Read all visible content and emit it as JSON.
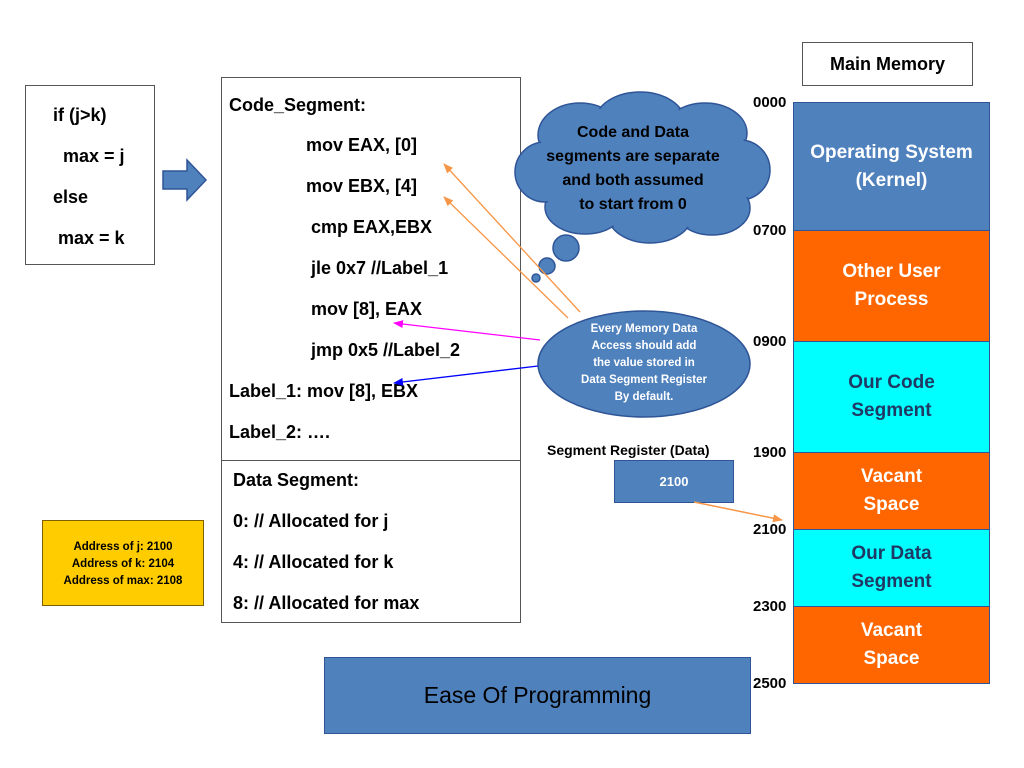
{
  "pseudo_code": [
    "if (j>k)",
    "max = j",
    "else",
    "max = k"
  ],
  "code_segment": {
    "title": "Code_Segment:",
    "lines": [
      "mov EAX, [0]",
      "mov EBX, [4]",
      "cmp EAX,EBX",
      "jle 0x7 //Label_1",
      "mov [8], EAX",
      "jmp 0x5 //Label_2",
      "Label_1: mov [8], EBX",
      "Label_2: …."
    ]
  },
  "data_segment": {
    "title": "Data Segment:",
    "lines": [
      "0: // Allocated for j",
      "4: // Allocated for k",
      "8: // Allocated for max"
    ]
  },
  "cloud_text": [
    "Code and Data",
    "segments are separate",
    "and both assumed",
    "to start from 0"
  ],
  "ellipse_text": [
    "Every Memory Data",
    "Access should add",
    "the value stored in",
    "Data Segment Register",
    "By default."
  ],
  "segment_register": {
    "label": "Segment Register (Data)",
    "value": "2100"
  },
  "address_note": [
    "Address of  j: 2100",
    "Address of  k: 2104",
    "Address of max: 2108"
  ],
  "banner": "Ease Of Programming",
  "memory": {
    "title": "Main Memory",
    "addresses": [
      "0000",
      "0700",
      "0900",
      "1900",
      "2100",
      "2300",
      "2500"
    ],
    "blocks": [
      {
        "lines": [
          "Operating System",
          "(Kernel)"
        ],
        "color": "#4f81bd",
        "text_color": "#ffffff"
      },
      {
        "lines": [
          "Other User",
          "Process"
        ],
        "color": "#ff6600",
        "text_color": "#ffffff"
      },
      {
        "lines": [
          "Our Code",
          "Segment"
        ],
        "color": "#00ffff",
        "text_color": "#1f3864"
      },
      {
        "lines": [
          "Vacant",
          "Space"
        ],
        "color": "#ff6600",
        "text_color": "#ffffff"
      },
      {
        "lines": [
          "Our Data",
          "Segment"
        ],
        "color": "#00ffff",
        "text_color": "#1f3864"
      },
      {
        "lines": [
          "Vacant",
          "Space"
        ],
        "color": "#ff6600",
        "text_color": "#ffffff"
      }
    ]
  },
  "colors": {
    "blue_fill": "#4f81bd",
    "orange": "#ff6600",
    "cyan": "#00ffff",
    "yellow": "#ffcc00",
    "arrow_orange": "#f79646",
    "arrow_magenta": "#ff00ff",
    "arrow_blue": "#0000ff"
  }
}
